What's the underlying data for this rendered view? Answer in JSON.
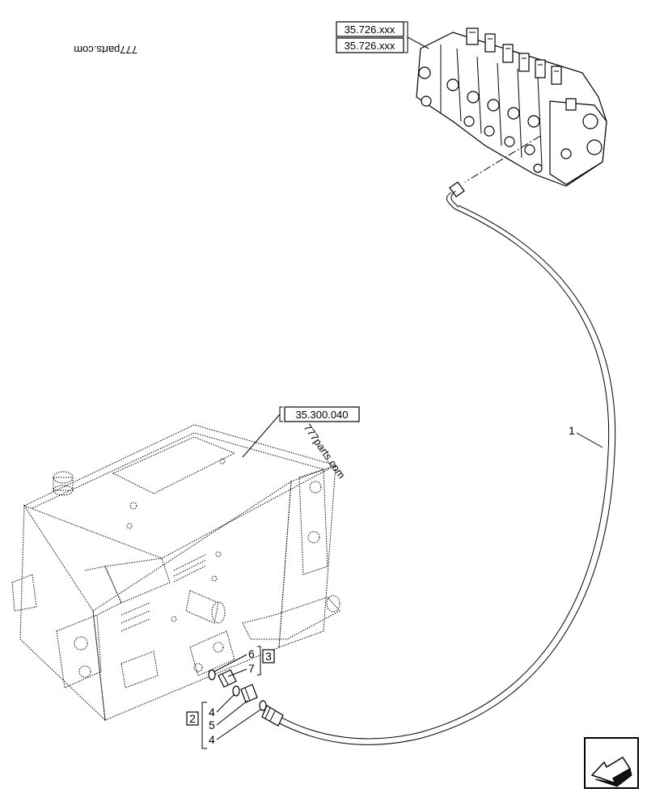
{
  "watermarks": {
    "top_left": "777parts.com",
    "center": "777parts.com"
  },
  "refs": {
    "valve_ref_1": "35.726.xxx",
    "valve_ref_2": "35.726.xxx",
    "tank_ref": "35.300.040"
  },
  "callouts": {
    "hose": "1",
    "group_2": "2",
    "group_3": "3",
    "item_4a": "4",
    "item_5": "5",
    "item_4b": "4",
    "item_6": "6",
    "item_7": "7"
  },
  "nav_icon": "arrow-back-icon"
}
